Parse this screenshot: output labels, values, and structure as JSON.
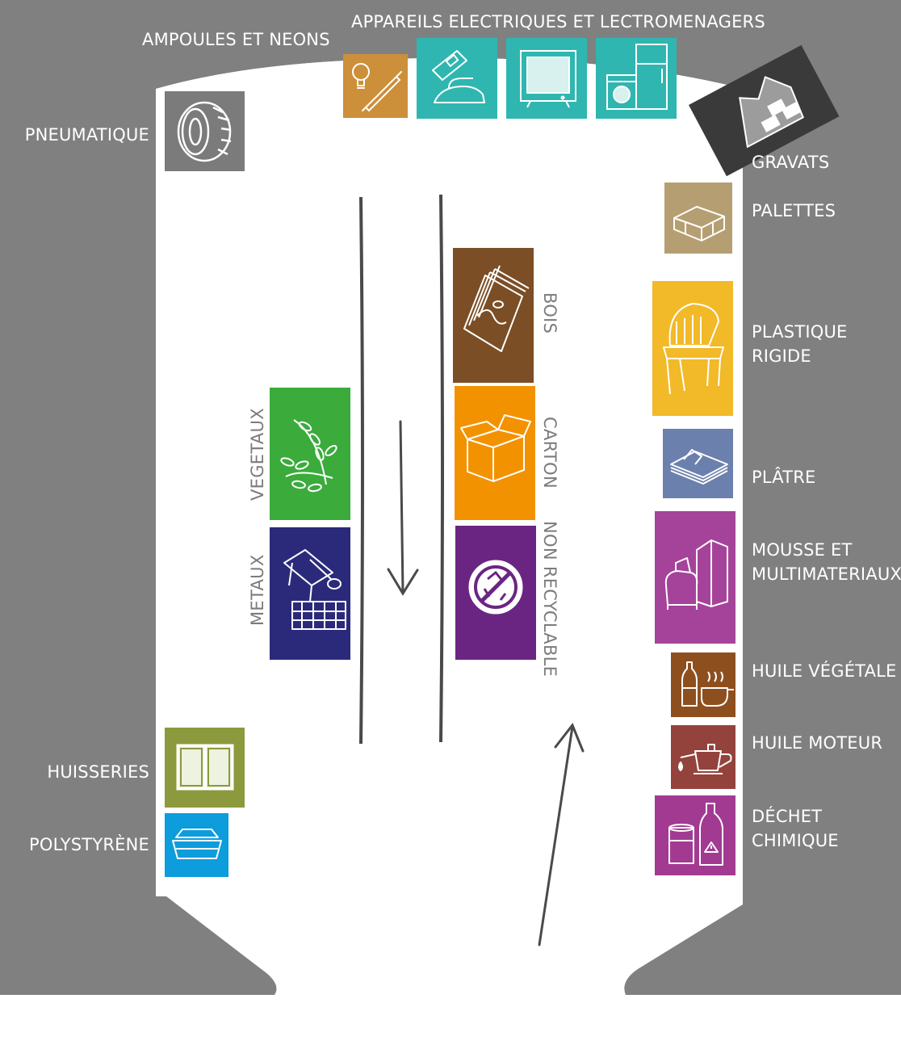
{
  "labels": {
    "ampoules": "AMPOULES ET NEONS",
    "appareils": "APPAREILS ELECTRIQUES ET LECTROMENAGERS",
    "pneumatique": "PNEUMATIQUE",
    "gravats": "GRAVATS",
    "palettes": "PALETTES",
    "plastique_1": "PLASTIQUE",
    "plastique_2": "RIGIDE",
    "platre": "PLÂTRE",
    "mousse_1": "MOUSSE ET",
    "mousse_2": "MULTIMATERIAUX",
    "huile_vegetale": "HUILE VÉGÉTALE",
    "huile_moteur": "HUILE MOTEUR",
    "dechet_1": "DÉCHET",
    "dechet_2": "CHIMIQUE",
    "huisseries": "HUISSERIES",
    "polystyrene": "POLYSTYRÈNE",
    "bois": "BOIS",
    "carton": "CARTON",
    "non_recyclable": "NON RECYCLABLE",
    "vegetaux": "VEGETAUX",
    "metaux": "METAUX"
  },
  "colors": {
    "frame": "#808080",
    "arrow": "#4a4a4a",
    "ampoules": "#cc8f3a",
    "electrique": "#2fb6b0",
    "pneumatique": "#7b7b7b",
    "gravats": "#3a3a3a",
    "palettes": "#b59f72",
    "plastique": "#f2b928",
    "platre": "#6c80ad",
    "mousse": "#a5439a",
    "huile_vegetale": "#8e4f1f",
    "huile_moteur": "#93433c",
    "dechet": "#a23a92",
    "huisseries": "#8c9a3d",
    "polystyrene": "#0d9cdc",
    "bois": "#7b4e26",
    "carton": "#f39200",
    "non_recyclable": "#6a2583",
    "vegetaux": "#3bab3c",
    "metaux": "#2b2a7a"
  },
  "icons": [
    "bulb-icon",
    "phone-iron-icon",
    "tv-icon",
    "washer-fridge-icon",
    "tire-icon",
    "rubble-icon",
    "pallet-icon",
    "chair-icon",
    "plasterboard-icon",
    "armchair-mattress-icon",
    "oil-bottle-icon",
    "oil-can-icon",
    "chemical-bottle-icon",
    "window-icon",
    "foam-box-icon",
    "wood-planks-icon",
    "cardboard-box-icon",
    "no-recycle-icon",
    "leaves-icon",
    "metal-beams-icon"
  ]
}
